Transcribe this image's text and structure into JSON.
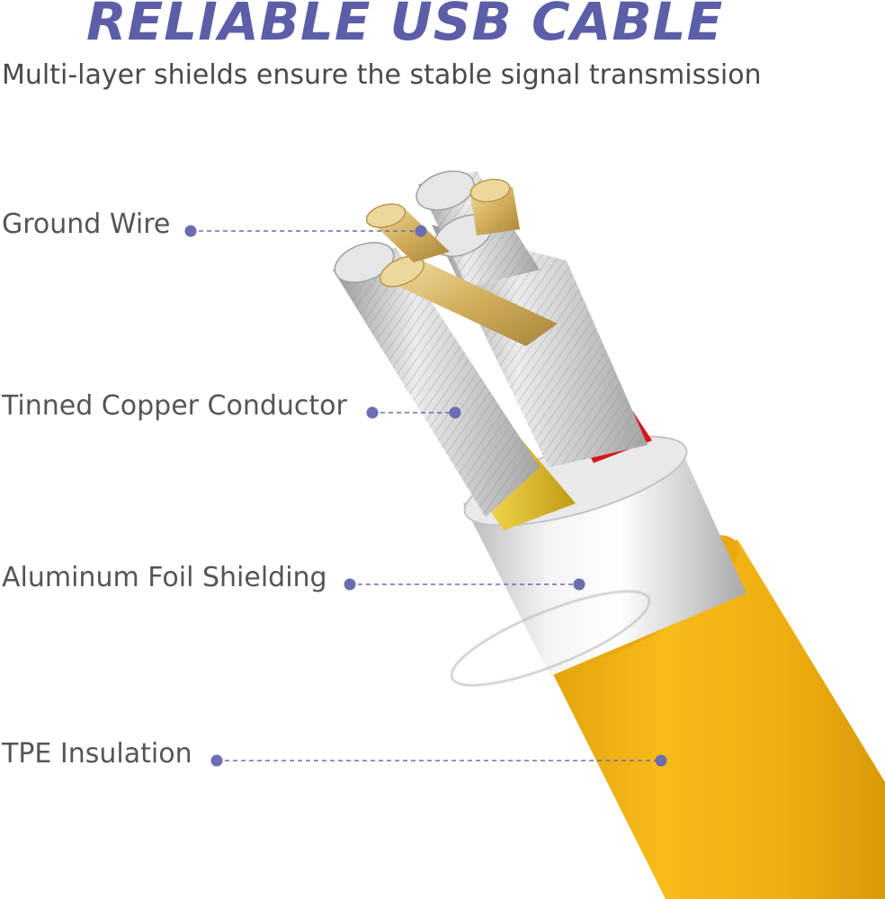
{
  "header": {
    "title": "RELIABLE USB CABLE",
    "subtitle": "Multi-layer shields ensure the stable signal transmission"
  },
  "callouts": [
    {
      "id": "ground-wire",
      "label": "Ground Wire"
    },
    {
      "id": "tinned-copper",
      "label": "Tinned Copper Conductor"
    },
    {
      "id": "aluminum-foil",
      "label": "Aluminum Foil Shielding"
    },
    {
      "id": "tpe-insulation",
      "label": "TPE Insulation"
    }
  ],
  "colors": {
    "title": "#5c5ea8",
    "callout_line": "#6b6db0",
    "jacket": "#f3b314",
    "foil": "#d8d8d8",
    "conductor_yellow": "#e9c832",
    "conductor_red": "#d8141f",
    "strand_silver": "#c9c9c9",
    "gold_pin": "#d8b766"
  }
}
